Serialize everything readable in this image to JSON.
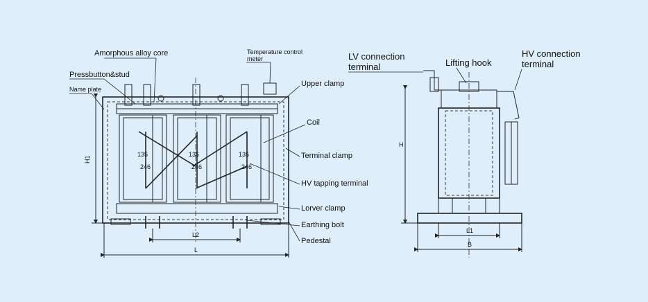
{
  "front_view": {
    "labels": {
      "amorphous_core": "Amorphous alloy core",
      "temp_meter_line1": "Temperature control",
      "temp_meter_line2": "meter",
      "pressbutton": "Pressbutton&stud",
      "name_plate": "Name plate",
      "upper_clamp": "Upper clamp",
      "coil": "Coil",
      "terminal_clamp": "Terminal clamp",
      "hv_tapping": "HV tapping terminal",
      "lower_clamp": "Lorver clamp",
      "earthing_bolt": "Earthing bolt",
      "pedestal": "Pedestal"
    },
    "dimensions": {
      "h1": "H1",
      "l2": "L2",
      "l": "L"
    },
    "tap_numbers": {
      "top": "135",
      "bottom": "246"
    }
  },
  "side_view": {
    "labels": {
      "lv_line1": "LV connection",
      "lv_line2": "terminal",
      "lifting_hook": "Lifting hook",
      "hv_line1": "HV connection",
      "hv_line2": "terminal"
    },
    "dimensions": {
      "h": "H",
      "l1": "L1",
      "b": "B"
    }
  }
}
